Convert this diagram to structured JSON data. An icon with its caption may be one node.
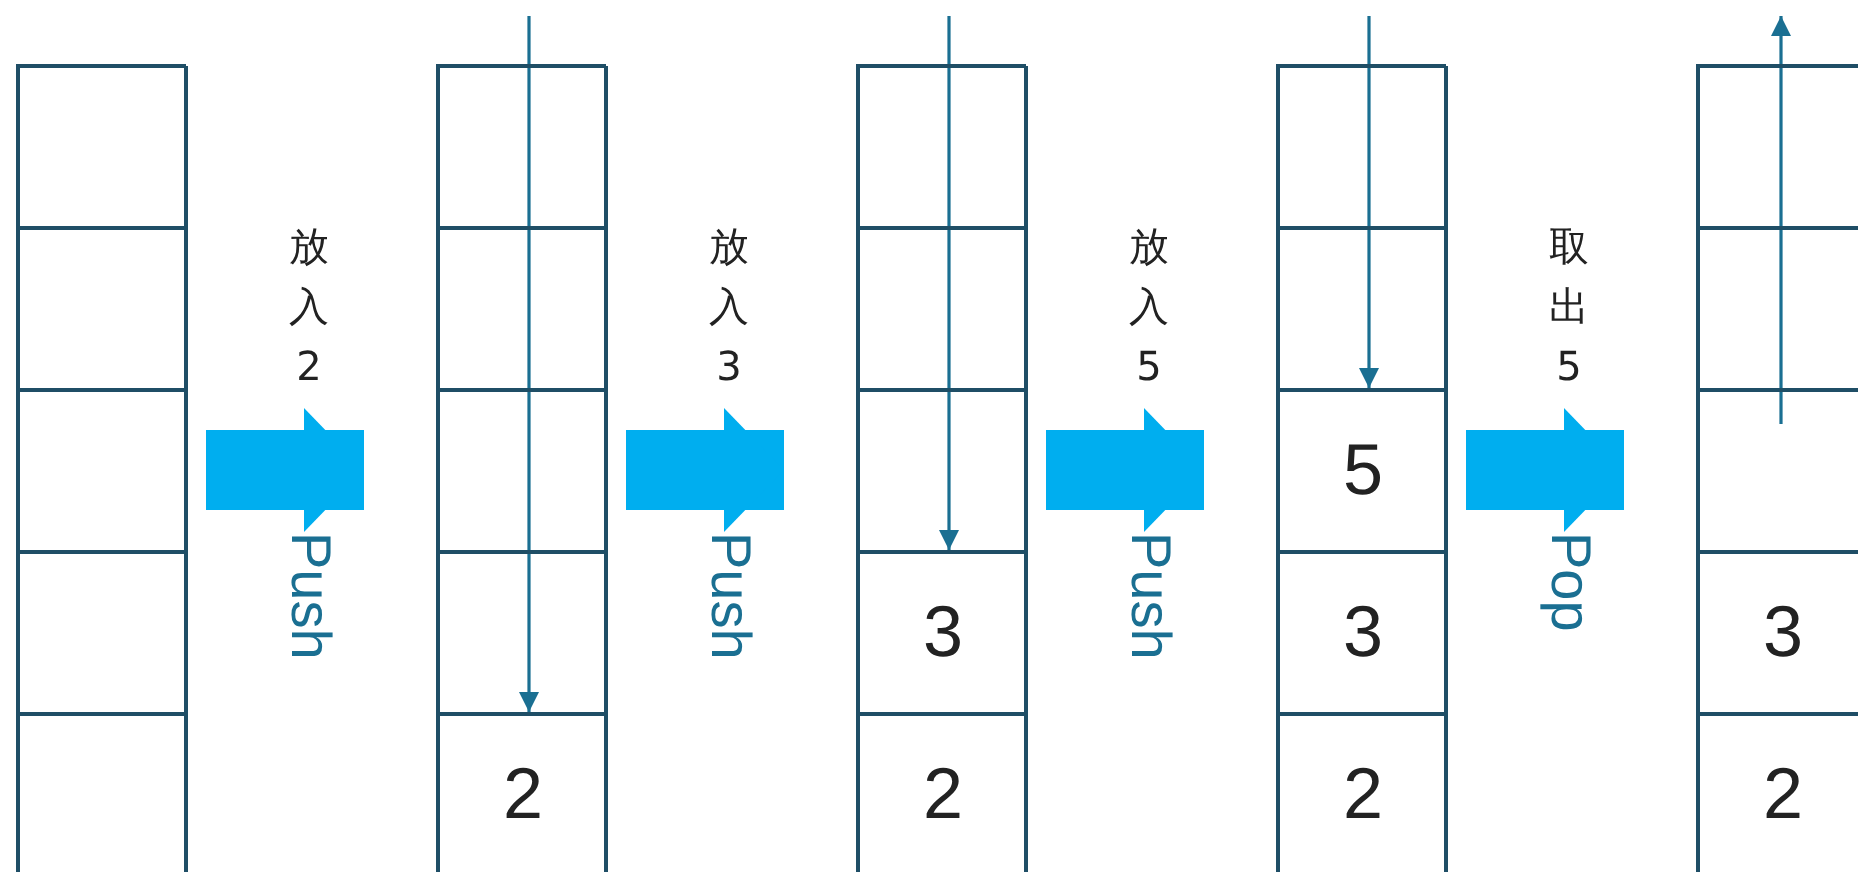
{
  "diagram": {
    "nodes": [
      {
        "text": [],
        "shape": "box"
      },
      {
        "text": [],
        "shape": "box",
        "in": 0
      },
      {
        "text": [],
        "shape": "box",
        "in": 0
      },
      {
        "text": [],
        "shape": "box",
        "in": 0
      },
      {
        "text": [],
        "shape": "box",
        "in": 0
      },
      {
        "text": [],
        "shape": "box",
        "in": 0
      },
      {
        "text": [],
        "shape": "box"
      },
      {
        "text": [],
        "shape": "box",
        "in": 6
      },
      {
        "text": [],
        "shape": "box",
        "in": 6
      },
      {
        "text": [],
        "shape": "box",
        "in": 6
      },
      {
        "text": [],
        "shape": "box",
        "in": 6
      },
      {
        "text": [
          "2"
        ],
        "in": 6
      },
      {
        "text": [],
        "shape": "box"
      },
      {
        "text": [],
        "shape": "box",
        "in": 12
      },
      {
        "text": [],
        "shape": "box",
        "in": 12
      },
      {
        "text": [],
        "shape": "box",
        "in": 12
      },
      {
        "text": [
          "3"
        ],
        "in": 12
      },
      {
        "text": [
          "2"
        ],
        "in": 12
      },
      {
        "text": [],
        "shape": "box"
      },
      {
        "text": [],
        "shape": "box",
        "in": 18
      },
      {
        "text": [],
        "shape": "box",
        "in": 18
      },
      {
        "text": [
          "5"
        ],
        "in": 18
      },
      {
        "text": [
          "3"
        ],
        "in": 18
      },
      {
        "text": [
          "2"
        ],
        "in": 18
      },
      {
        "text": [],
        "shape": "box"
      },
      {
        "text": [],
        "shape": "box",
        "in": 24
      },
      {
        "text": [],
        "shape": "box",
        "in": 24
      },
      {
        "text": [],
        "shape": "box",
        "in": 24
      },
      {
        "text": [
          "3"
        ],
        "in": 24
      },
      {
        "text": [
          "2"
        ],
        "in": 24
      }
    ],
    "edges": [
      {
        "from": 0,
        "to": 6,
        "arrow": "to",
        "label": "放入 2",
        "style": "thick",
        "color": "#00aeef"
      },
      {
        "from": 6,
        "to": 12,
        "arrow": "to",
        "label": "放入 3",
        "style": "thick",
        "color": "#00aeef"
      },
      {
        "from": 12,
        "to": 18,
        "arrow": "to",
        "label": "放入 5",
        "style": "thick",
        "color": "#00aeef"
      },
      {
        "from": 18,
        "to": 24,
        "arrow": "to",
        "label": "取出 5",
        "style": "thick",
        "color": "#00aeef"
      },
      {
        "from": null,
        "to": 11,
        "arrow": "to",
        "color": "#1a6f92"
      },
      {
        "from": null,
        "to": 16,
        "arrow": "to",
        "color": "#1a6f92"
      },
      {
        "from": null,
        "to": 21,
        "arrow": "to",
        "color": "#1a6f92"
      },
      {
        "from": 27,
        "to": null,
        "arrow": "to",
        "color": "#1a6f92"
      }
    ],
    "labels": [
      "Push",
      "Push",
      "Push",
      "Pop"
    ]
  }
}
